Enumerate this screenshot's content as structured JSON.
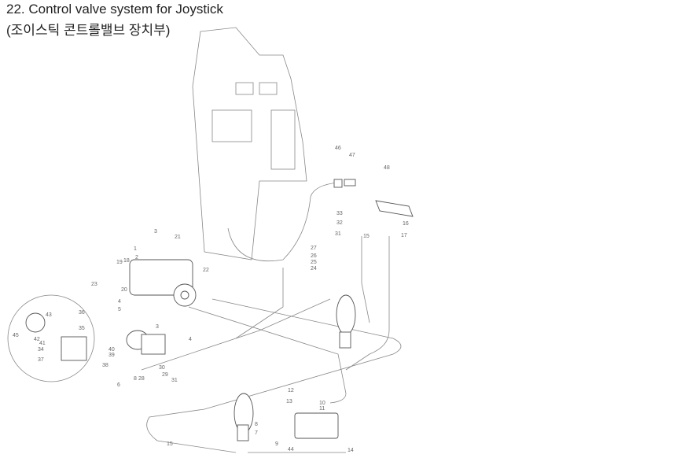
{
  "title": {
    "line1": "22. Control valve system for Joystick",
    "line2": "(조이스틱 콘트롤밸브 장치부)"
  },
  "part_labels": [
    "46",
    "47",
    "48",
    "33",
    "32",
    "31",
    "15",
    "16",
    "17",
    "27",
    "26",
    "25",
    "24",
    "1",
    "3",
    "21",
    "2",
    "19",
    "18",
    "23",
    "22",
    "20",
    "4",
    "5",
    "3",
    "4",
    "36",
    "43",
    "35",
    "45",
    "42",
    "41",
    "34",
    "40",
    "39",
    "37",
    "38",
    "30",
    "29",
    "31",
    "6",
    "8",
    "28",
    "12",
    "10",
    "11",
    "13",
    "8",
    "7",
    "9",
    "44",
    "14",
    "15"
  ]
}
